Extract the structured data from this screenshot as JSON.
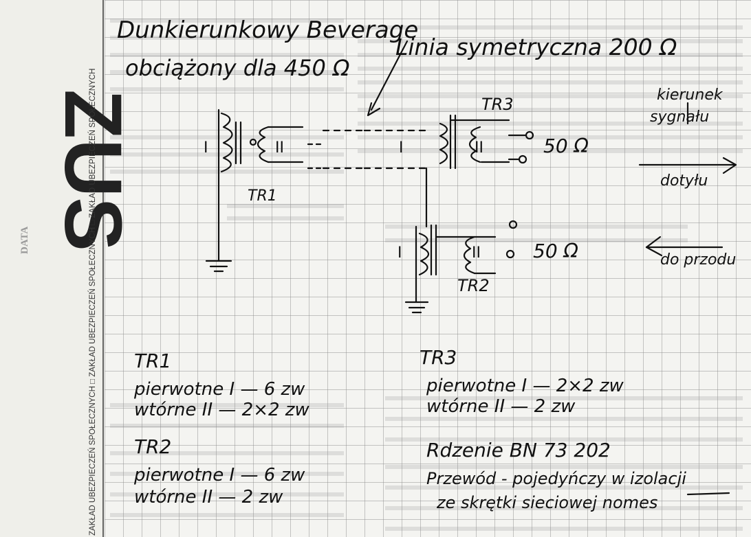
{
  "form": {
    "logo_text": "ZUS",
    "date_label": "DATA",
    "side_strip": "ZAKŁAD UBEZPIECZEŃ SPOŁECZNYCH □ ZAKŁAD UBEZPIECZEŃ SPOŁECZNYCH □ ZAKŁAD UBEZPIECZEŃ SPOŁECZNYCH"
  },
  "notes": {
    "beverage_title_1": "Dunkierunkowy Beverage",
    "beverage_title_2": "obciążony dla 450 Ω",
    "line_title": "Linia symetryczna 200 Ω",
    "signal_dir_1": "kierunek",
    "signal_dir_2": "sygnału",
    "dir_forward": "dotyłu",
    "dir_back": "do przodu",
    "tr1_label": "TR1",
    "tr3_label": "TR3",
    "tr2_label": "TR2",
    "port_tr3": "50 Ω",
    "port_tr2": "50 Ω",
    "winding_1": "I",
    "winding_2": "II"
  },
  "table": {
    "tr1": {
      "title": "TR1",
      "line1": "pierwotne I — 6 zw",
      "line2": "wtórne II — 2×2 zw"
    },
    "tr2": {
      "title": "TR2",
      "line1": "pierwotne I — 6 zw",
      "line2": "wtórne II — 2 zw"
    },
    "tr3": {
      "title": "TR3",
      "line1": "pierwotne I — 2×2 zw",
      "line2": "wtórne II — 2 zw"
    },
    "core": "Rdzenie BN 73 202",
    "wire_1": "Przewód - pojedyńczy w izolacji",
    "wire_2": "ze skrętki sieciowej nomes"
  },
  "colors": {
    "ink": "#111111",
    "grid": "#8f8f8f",
    "paper": "#f4f4f1",
    "print": "#9a9a9a"
  }
}
